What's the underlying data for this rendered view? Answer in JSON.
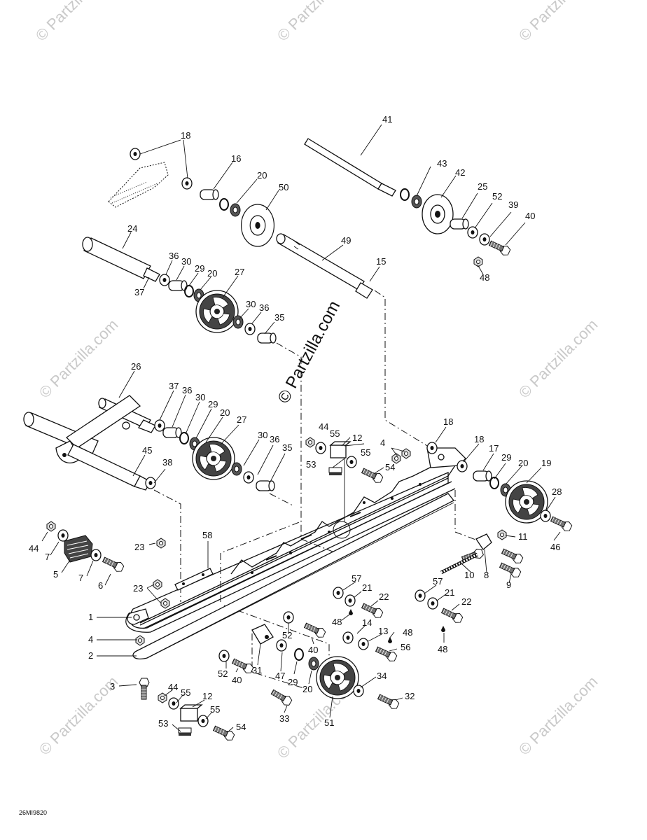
{
  "diagram": {
    "drawing_code": "26MI9820",
    "watermark_main": "© Partzilla.com",
    "watermark_repeat": "© Partzilla.com",
    "callouts": [
      {
        "id": "c18a",
        "text": "18"
      },
      {
        "id": "c16",
        "text": "16"
      },
      {
        "id": "c20a",
        "text": "20"
      },
      {
        "id": "c50",
        "text": "50"
      },
      {
        "id": "c41",
        "text": "41"
      },
      {
        "id": "c43",
        "text": "43"
      },
      {
        "id": "c42",
        "text": "42"
      },
      {
        "id": "c25",
        "text": "25"
      },
      {
        "id": "c52a",
        "text": "52"
      },
      {
        "id": "c39",
        "text": "39"
      },
      {
        "id": "c40a",
        "text": "40"
      },
      {
        "id": "c48a",
        "text": "48"
      },
      {
        "id": "c24",
        "text": "24"
      },
      {
        "id": "c36a",
        "text": "36"
      },
      {
        "id": "c30a",
        "text": "30"
      },
      {
        "id": "c29a",
        "text": "29"
      },
      {
        "id": "c20b",
        "text": "20"
      },
      {
        "id": "c27a",
        "text": "27"
      },
      {
        "id": "c49",
        "text": "49"
      },
      {
        "id": "c15",
        "text": "15"
      },
      {
        "id": "c37a",
        "text": "37"
      },
      {
        "id": "c30b",
        "text": "30"
      },
      {
        "id": "c36b",
        "text": "36"
      },
      {
        "id": "c35a",
        "text": "35"
      },
      {
        "id": "c26",
        "text": "26"
      },
      {
        "id": "c37b",
        "text": "37"
      },
      {
        "id": "c36c",
        "text": "36"
      },
      {
        "id": "c30c",
        "text": "30"
      },
      {
        "id": "c29b",
        "text": "29"
      },
      {
        "id": "c20c",
        "text": "20"
      },
      {
        "id": "c27b",
        "text": "27"
      },
      {
        "id": "c45",
        "text": "45"
      },
      {
        "id": "c38",
        "text": "38"
      },
      {
        "id": "c30d",
        "text": "30"
      },
      {
        "id": "c36d",
        "text": "36"
      },
      {
        "id": "c35b",
        "text": "35"
      },
      {
        "id": "c44a",
        "text": "44"
      },
      {
        "id": "c55a",
        "text": "55"
      },
      {
        "id": "c12a",
        "text": "12"
      },
      {
        "id": "c55b",
        "text": "55"
      },
      {
        "id": "c53a",
        "text": "53"
      },
      {
        "id": "c54a",
        "text": "54"
      },
      {
        "id": "c4a",
        "text": "4"
      },
      {
        "id": "c18b",
        "text": "18"
      },
      {
        "id": "c18c",
        "text": "18"
      },
      {
        "id": "c17",
        "text": "17"
      },
      {
        "id": "c29c",
        "text": "29"
      },
      {
        "id": "c20d",
        "text": "20"
      },
      {
        "id": "c19",
        "text": "19"
      },
      {
        "id": "c28",
        "text": "28"
      },
      {
        "id": "c11",
        "text": "11"
      },
      {
        "id": "c46",
        "text": "46"
      },
      {
        "id": "c10",
        "text": "10"
      },
      {
        "id": "c8",
        "text": "8"
      },
      {
        "id": "c9",
        "text": "9"
      },
      {
        "id": "c44b",
        "text": "44"
      },
      {
        "id": "c7a",
        "text": "7"
      },
      {
        "id": "c5",
        "text": "5"
      },
      {
        "id": "c7b",
        "text": "7"
      },
      {
        "id": "c6",
        "text": "6"
      },
      {
        "id": "c23a",
        "text": "23"
      },
      {
        "id": "c58",
        "text": "58"
      },
      {
        "id": "c23b",
        "text": "23"
      },
      {
        "id": "c1",
        "text": "1"
      },
      {
        "id": "c4b",
        "text": "4"
      },
      {
        "id": "c2",
        "text": "2"
      },
      {
        "id": "c3",
        "text": "3"
      },
      {
        "id": "c57a",
        "text": "57"
      },
      {
        "id": "c21a",
        "text": "21"
      },
      {
        "id": "c22a",
        "text": "22"
      },
      {
        "id": "c48b",
        "text": "48"
      },
      {
        "id": "c14",
        "text": "14"
      },
      {
        "id": "c13",
        "text": "13"
      },
      {
        "id": "c48c",
        "text": "48"
      },
      {
        "id": "c56",
        "text": "56"
      },
      {
        "id": "c57b",
        "text": "57"
      },
      {
        "id": "c21b",
        "text": "21"
      },
      {
        "id": "c22b",
        "text": "22"
      },
      {
        "id": "c48d",
        "text": "48"
      },
      {
        "id": "c52b",
        "text": "52"
      },
      {
        "id": "c40b",
        "text": "40"
      },
      {
        "id": "c52c",
        "text": "52"
      },
      {
        "id": "c40c",
        "text": "40"
      },
      {
        "id": "c31",
        "text": "31"
      },
      {
        "id": "c47",
        "text": "47"
      },
      {
        "id": "c29d",
        "text": "29"
      },
      {
        "id": "c20e",
        "text": "20"
      },
      {
        "id": "c34",
        "text": "34"
      },
      {
        "id": "c32",
        "text": "32"
      },
      {
        "id": "c33",
        "text": "33"
      },
      {
        "id": "c51",
        "text": "51"
      },
      {
        "id": "c44c",
        "text": "44"
      },
      {
        "id": "c55c",
        "text": "55"
      },
      {
        "id": "c12b",
        "text": "12"
      },
      {
        "id": "c55d",
        "text": "55"
      },
      {
        "id": "c53b",
        "text": "53"
      },
      {
        "id": "c54b",
        "text": "54"
      }
    ]
  }
}
